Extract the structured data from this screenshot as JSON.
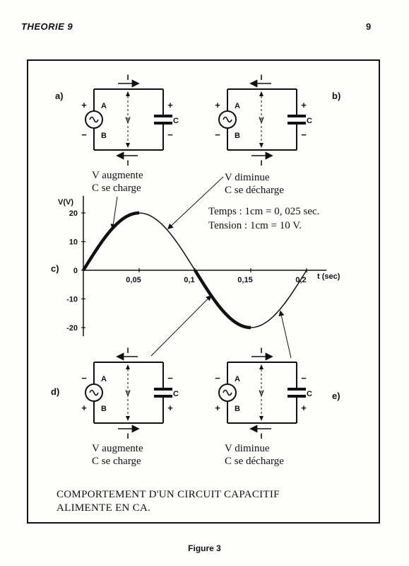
{
  "header": {
    "chapter": "THEORIE 9",
    "page_number": "9"
  },
  "circuits": [
    {
      "id": "a",
      "tag": "a)",
      "line1": "V augmente",
      "line2": "C se charge",
      "source_labels": [
        "A",
        "B"
      ],
      "top_sign": "+",
      "bottom_sign": "−",
      "cap_top_sign": "+",
      "cap_bottom_sign": "−",
      "voltage_label": "V",
      "cap_label": "C",
      "current_label": "I",
      "current_top": "right",
      "current_bottom": "left"
    },
    {
      "id": "b",
      "tag": "b)",
      "line1": "V diminue",
      "line2": "C se décharge",
      "source_labels": [
        "A",
        "B"
      ],
      "top_sign": "+",
      "bottom_sign": "−",
      "cap_top_sign": "+",
      "cap_bottom_sign": "−",
      "voltage_label": "V",
      "cap_label": "C",
      "current_label": "I",
      "current_top": "left",
      "current_bottom": "right"
    },
    {
      "id": "d",
      "tag": "d)",
      "line1": "V augmente",
      "line2": "C se charge",
      "source_labels": [
        "A",
        "B"
      ],
      "top_sign": "−",
      "bottom_sign": "+",
      "cap_top_sign": "−",
      "cap_bottom_sign": "+",
      "voltage_label": "V",
      "cap_label": "C",
      "current_label": "I",
      "current_top": "left",
      "current_bottom": "right"
    },
    {
      "id": "e",
      "tag": "e)",
      "line1": "V diminue",
      "line2": "C se décharge",
      "source_labels": [
        "A",
        "B"
      ],
      "top_sign": "−",
      "bottom_sign": "+",
      "cap_top_sign": "−",
      "cap_bottom_sign": "+",
      "voltage_label": "V",
      "cap_label": "C",
      "current_label": "I",
      "current_top": "right",
      "current_bottom": "left"
    }
  ],
  "graph": {
    "tag": "c)",
    "ylabel": "V(V)",
    "xlabel": "t (sec)",
    "y_ticks": [
      "20",
      "10",
      "0",
      "-10",
      "-20"
    ],
    "x_ticks": [
      "0,05",
      "0,1",
      "0,15",
      "0,2"
    ],
    "note_line1": "Temps : 1cm = 0, 025 sec.",
    "note_line2": "Tension : 1cm = 10 V.",
    "amplitude": 20,
    "period": 0.2,
    "bold_segments": [
      [
        0,
        0.05
      ],
      [
        0.1,
        0.15
      ]
    ]
  },
  "caption": {
    "line1": "COMPORTEMENT D'UN CIRCUIT CAPACITIF",
    "line2": "ALIMENTE EN CA."
  },
  "figure_label": "Figure 3"
}
